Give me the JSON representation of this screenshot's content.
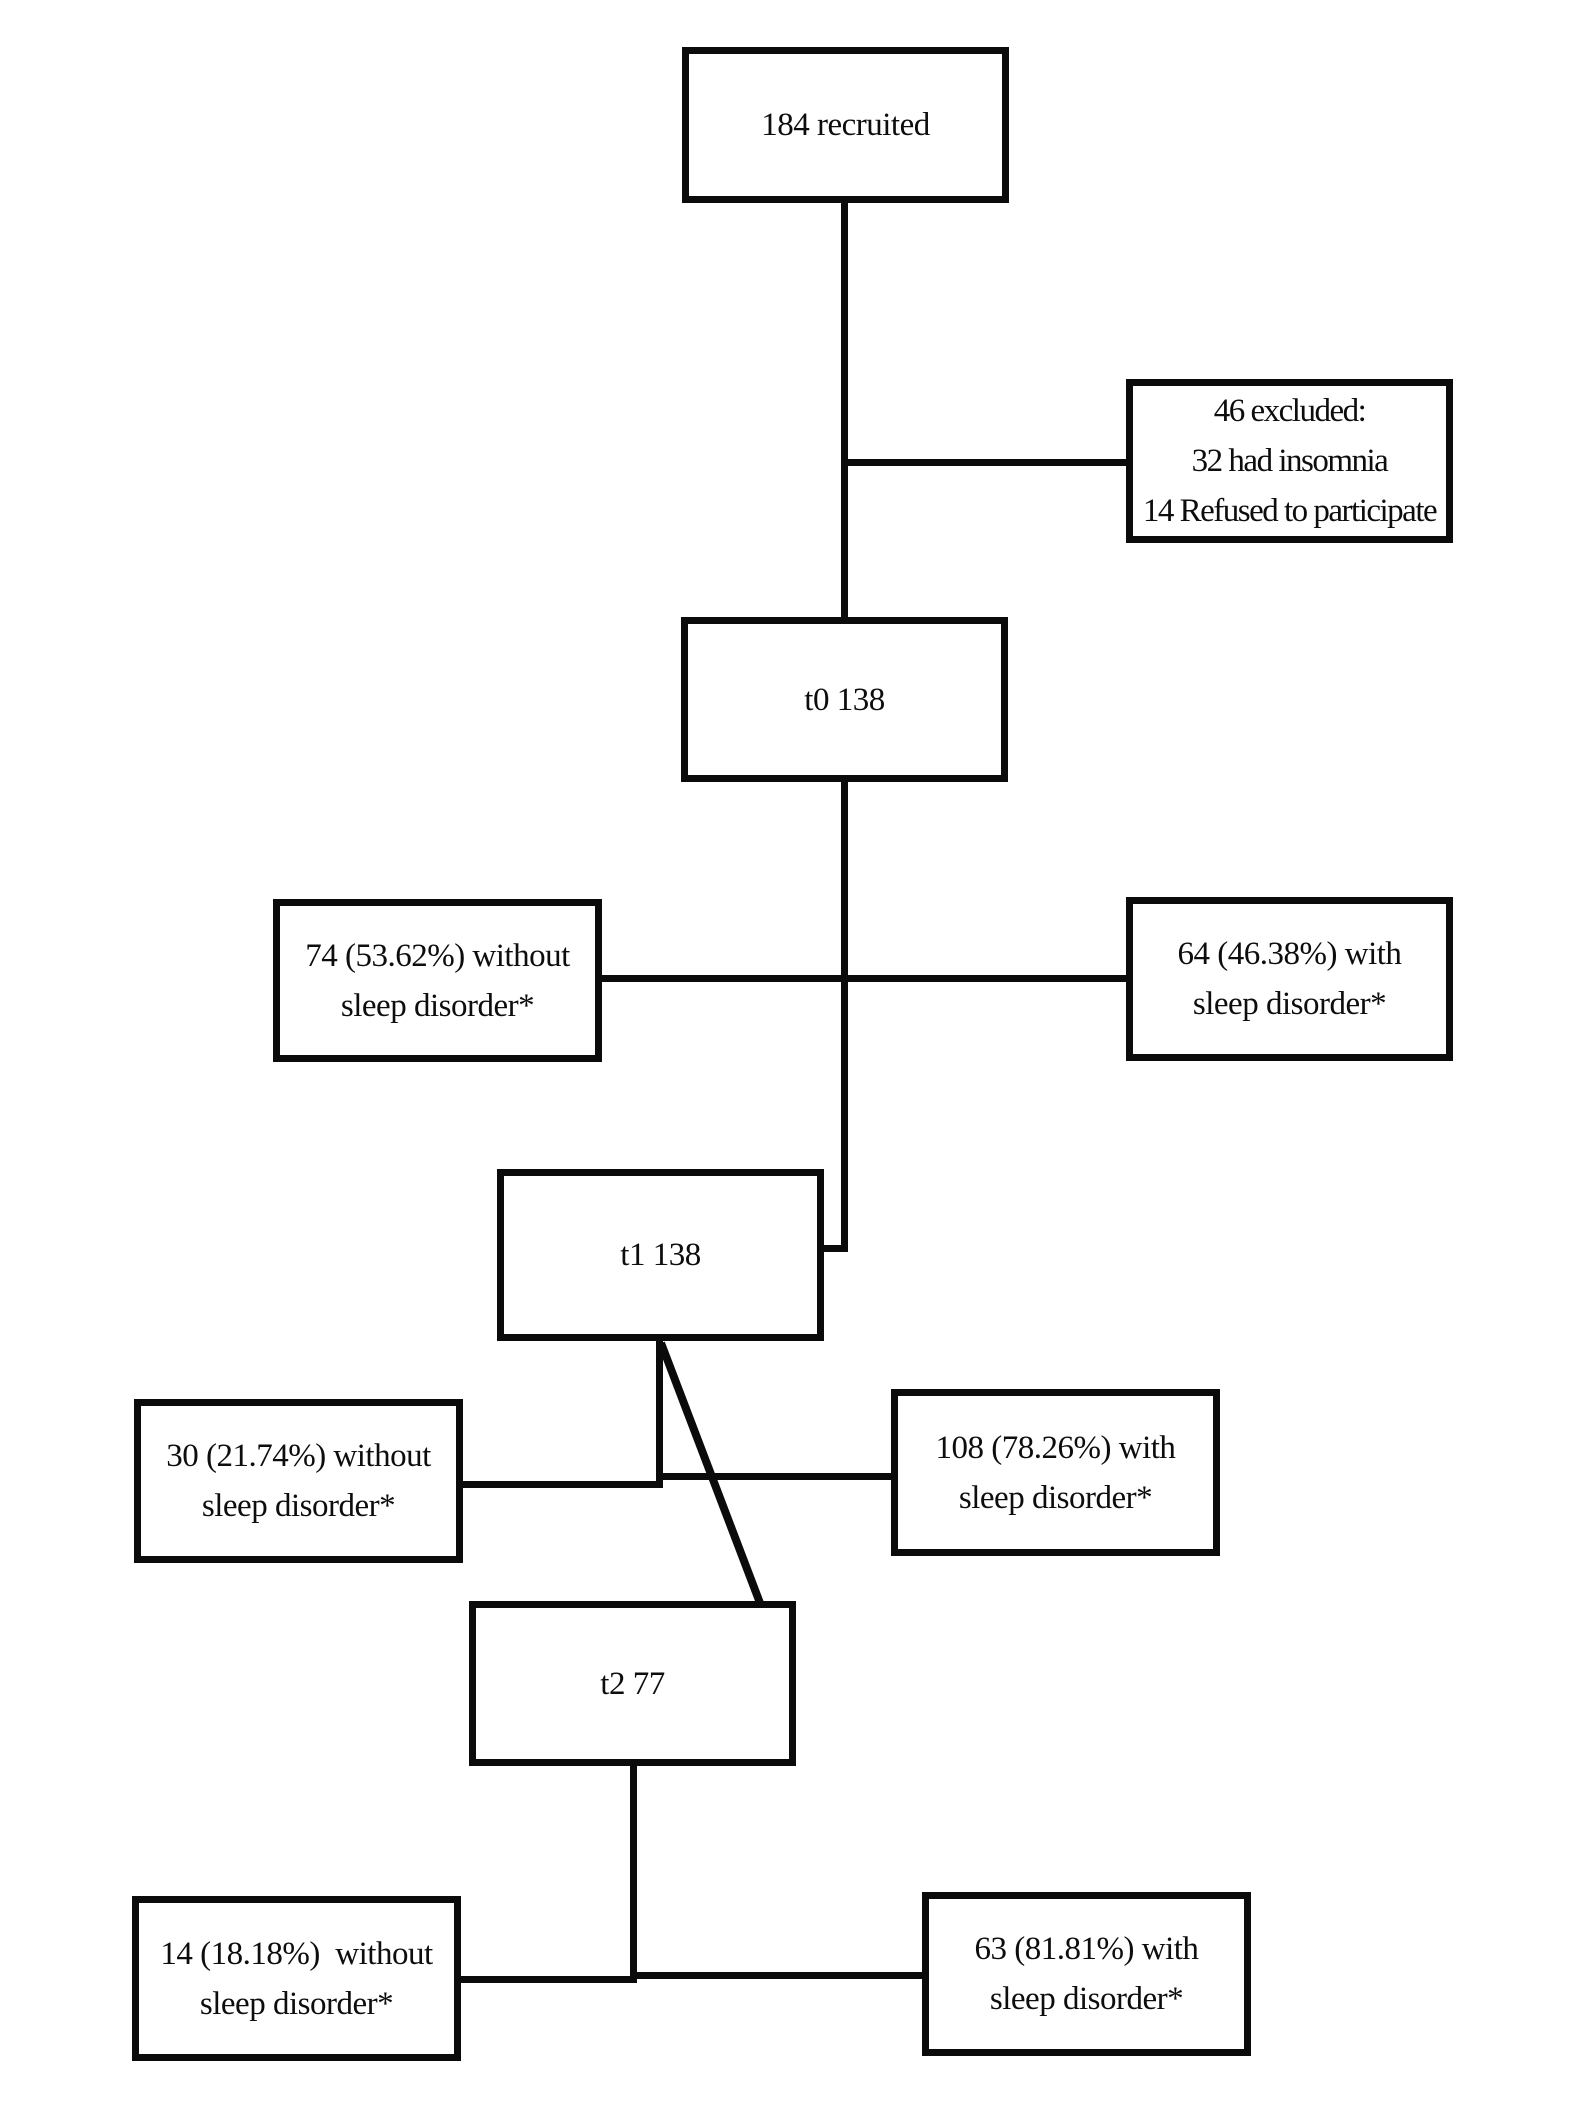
{
  "diagram": {
    "type": "flowchart",
    "colors": {
      "line": "#0b0b0b",
      "background": "#ffffff",
      "text": "#0d0d0d"
    },
    "boxes": {
      "recruited": {
        "label": "184 recruited"
      },
      "excluded": {
        "label": "46 excluded:\n32 had insomnia\n14 Refused to participate"
      },
      "t0": {
        "label": "t0 138"
      },
      "t0_without": {
        "label": "74 (53.62%) without\nsleep disorder*"
      },
      "t0_with": {
        "label": "64 (46.38%) with\nsleep disorder*"
      },
      "t1": {
        "label": "t1 138"
      },
      "t1_without": {
        "label": "30 (21.74%) without\nsleep disorder*"
      },
      "t1_with": {
        "label": "108 (78.26%) with\nsleep disorder*"
      },
      "t2": {
        "label": "t2 77"
      },
      "t2_without": {
        "label": "14 (18.18%)  without\nsleep disorder*"
      },
      "t2_with": {
        "label": "63 (81.81%) with\nsleep disorder*"
      }
    }
  }
}
